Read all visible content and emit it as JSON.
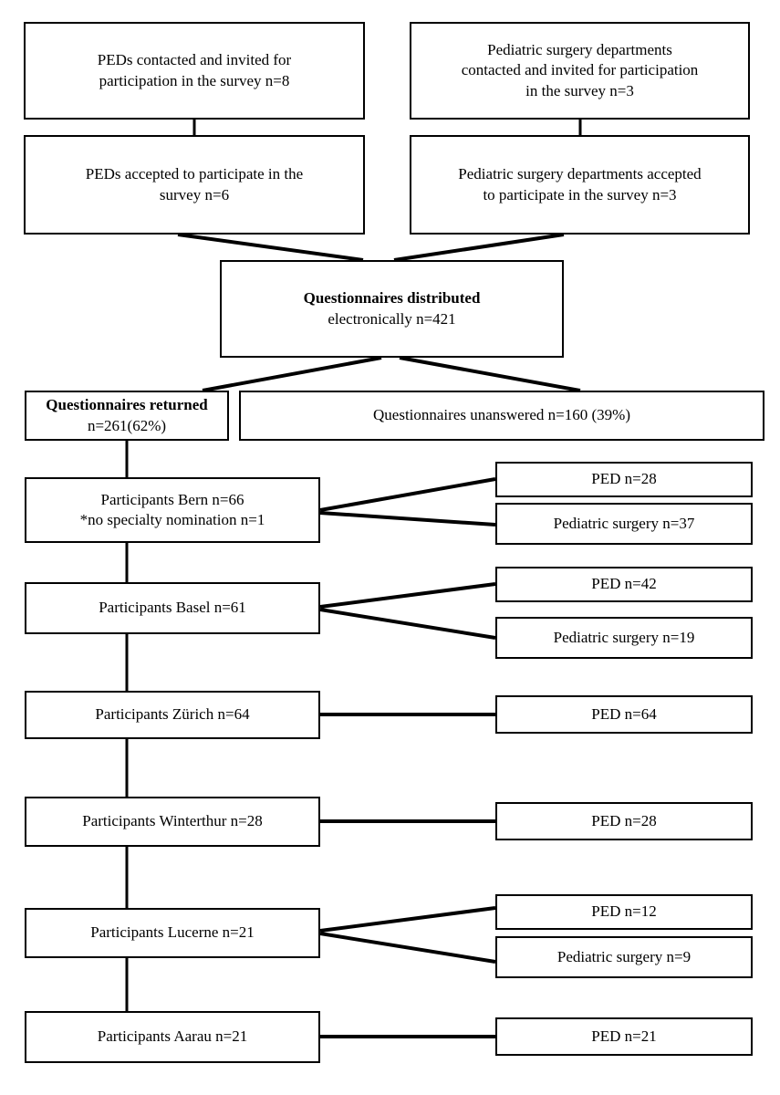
{
  "diagram": {
    "title": "Survey participant flow diagram",
    "type": "flowchart",
    "colors": {
      "border": "#000000",
      "background": "#ffffff",
      "text": "#000000"
    },
    "nodes": {
      "ped_contacted": {
        "line1": "PEDs contacted and invited for",
        "line2": "participation in the survey n=8"
      },
      "surgery_contacted": {
        "line1": "Pediatric surgery departments",
        "line2": "contacted and invited for participation",
        "line3": "in the survey n=3"
      },
      "ped_accepted": {
        "line1": "PEDs accepted to participate in the",
        "line2": "survey n=6"
      },
      "surgery_accepted": {
        "line1": "Pediatric surgery departments accepted",
        "line2": "to participate in the survey n=3"
      },
      "distributed": {
        "line1": "Questionnaires distributed",
        "line2": "electronically n=421"
      },
      "returned": {
        "bold": "Questionnaires returned",
        "rest": " n=261(62%)"
      },
      "unanswered": {
        "text": "Questionnaires unanswered n=160 (39%)"
      }
    },
    "sites": [
      {
        "key": "bern",
        "line1": "Participants Bern n=66",
        "line2": "*no specialty nomination n=1",
        "branches": [
          {
            "key": "bern-ped",
            "label": "PED n=28"
          },
          {
            "key": "bern-surgery",
            "label": "Pediatric surgery n=37"
          }
        ]
      },
      {
        "key": "basel",
        "line1": "Participants Basel n=61",
        "line2": "",
        "branches": [
          {
            "key": "basel-ped",
            "label": "PED n=42"
          },
          {
            "key": "basel-surgery",
            "label": "Pediatric surgery n=19"
          }
        ]
      },
      {
        "key": "zurich",
        "line1": "Participants Zürich n=64",
        "line2": "",
        "branches": [
          {
            "key": "zurich-ped",
            "label": "PED n=64"
          }
        ]
      },
      {
        "key": "winterthur",
        "line1": "Participants Winterthur n=28",
        "line2": "",
        "branches": [
          {
            "key": "winterthur-ped",
            "label": "PED n=28"
          }
        ]
      },
      {
        "key": "lucerne",
        "line1": "Participants Lucerne n=21",
        "line2": "",
        "branches": [
          {
            "key": "lucerne-ped",
            "label": "PED n=12"
          },
          {
            "key": "lucerne-surgery",
            "label": "Pediatric surgery n=9"
          }
        ]
      },
      {
        "key": "aarau",
        "line1": "Participants Aarau n=21",
        "line2": "",
        "branches": [
          {
            "key": "aarau-ped",
            "label": "PED n=21"
          }
        ]
      }
    ]
  }
}
